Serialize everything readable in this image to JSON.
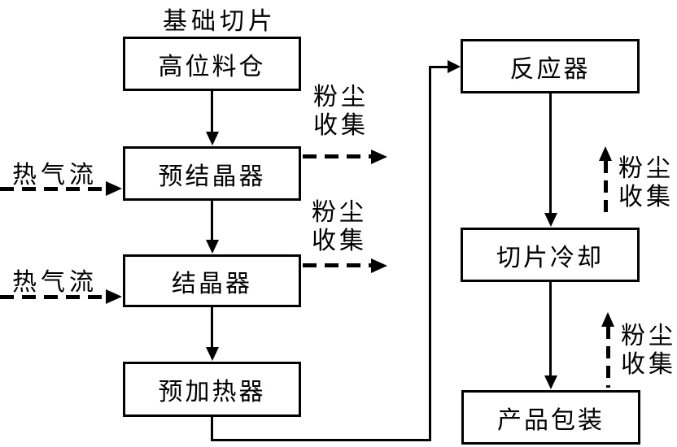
{
  "diagram": {
    "title": "基础切片",
    "colors": {
      "line": "#000000",
      "background": "#ffffff",
      "text": "#000000"
    },
    "nodes": {
      "silo": {
        "label": "高位料仓"
      },
      "precrystallizer": {
        "label": "预结晶器"
      },
      "crystallizer": {
        "label": "结晶器"
      },
      "preheater": {
        "label": "预加热器"
      },
      "reactor": {
        "label": "反应器"
      },
      "chip_cooling": {
        "label": "切片冷却"
      },
      "product_packaging": {
        "label": "产品包装"
      }
    },
    "labels": {
      "hot_gas": "热气流",
      "dust_collection": "粉尘收集",
      "dust_line1": "粉尘",
      "dust_line2": "收集"
    },
    "edges": [
      {
        "from": "silo",
        "to": "precrystallizer",
        "style": "solid"
      },
      {
        "from": "precrystallizer",
        "to": "crystallizer",
        "style": "solid"
      },
      {
        "from": "crystallizer",
        "to": "preheater",
        "style": "solid"
      },
      {
        "from": "preheater",
        "to": "reactor",
        "style": "solid"
      },
      {
        "from": "reactor",
        "to": "chip_cooling",
        "style": "solid"
      },
      {
        "from": "chip_cooling",
        "to": "product_packaging",
        "style": "solid"
      },
      {
        "from": "outside",
        "to": "precrystallizer",
        "style": "dashed",
        "label": "热气流"
      },
      {
        "from": "outside",
        "to": "crystallizer",
        "style": "dashed",
        "label": "热气流"
      },
      {
        "from": "precrystallizer",
        "to": "outside",
        "style": "dashed",
        "label": "粉尘收集"
      },
      {
        "from": "crystallizer",
        "to": "outside",
        "style": "dashed",
        "label": "粉尘收集"
      },
      {
        "from": "chip_cooling",
        "to": "outside",
        "style": "dashed",
        "label": "粉尘收集"
      },
      {
        "from": "product_packaging",
        "to": "outside",
        "style": "dashed",
        "label": "粉尘收集"
      }
    ]
  }
}
